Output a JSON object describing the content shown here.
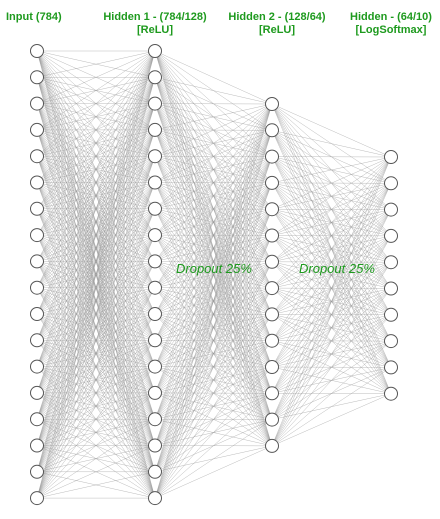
{
  "layers": [
    {
      "name": "Input (784)",
      "activation": "",
      "nodes": 18
    },
    {
      "name": "Hidden 1 - (784/128)",
      "activation": "[ReLU]",
      "nodes": 18
    },
    {
      "name": "Hidden 2 - (128/64)",
      "activation": "[ReLU]",
      "nodes": 14
    },
    {
      "name": "Hidden - (64/10)",
      "activation": "[LogSoftmax]",
      "nodes": 10
    }
  ],
  "dropouts": [
    {
      "text": "Dropout 25%"
    },
    {
      "text": "Dropout 25%"
    }
  ],
  "colors": {
    "label": "#1e9a1e",
    "node_stroke": "#555555",
    "edge": "#9a9a9a"
  }
}
